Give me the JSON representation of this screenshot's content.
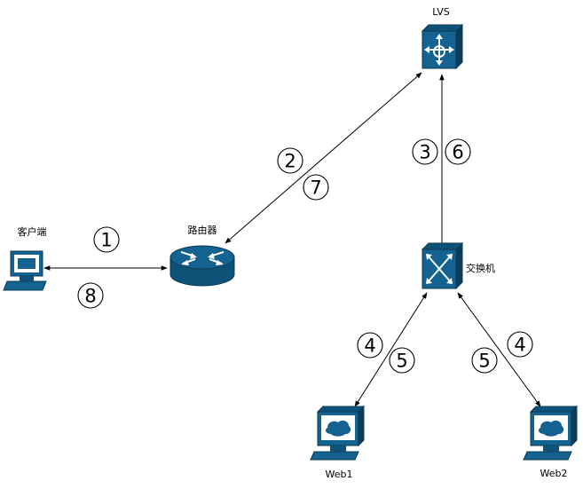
{
  "nodes": {
    "lvs": {
      "label": "LVS"
    },
    "router": {
      "label": "路由器"
    },
    "client": {
      "label": "客户端"
    },
    "switch": {
      "label": "交换机"
    },
    "web1": {
      "label": "Web1"
    },
    "web2": {
      "label": "Web2"
    }
  },
  "steps": {
    "s1": "1",
    "s2": "2",
    "s3": "3",
    "s4a": "4",
    "s4b": "4",
    "s5a": "5",
    "s5b": "5",
    "s6": "6",
    "s7": "7",
    "s8": "8"
  },
  "colors": {
    "device_fill": "#14628f",
    "device_dark": "#0d4566",
    "screen_fill": "#1a5f89",
    "line": "#000000"
  }
}
